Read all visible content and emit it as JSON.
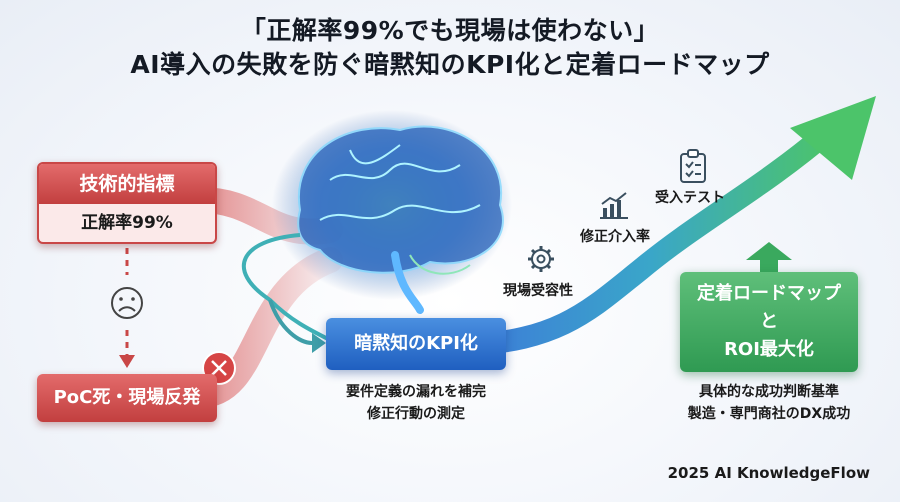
{
  "title": {
    "line1": "「正解率99%でも現場は使わない」",
    "line2": "AI導入の失敗を防ぐ暗黙知のKPI化と定着ロードマップ"
  },
  "technical_indicator": {
    "header": "技術的指標",
    "value": "正解率99%"
  },
  "failure": {
    "label": "PoC死・現場反発"
  },
  "kpi": {
    "label": "暗黙知のKPI化",
    "desc_line1": "要件定義の漏れを補完",
    "desc_line2": "修正行動の測定"
  },
  "milestones": [
    {
      "label": "現場受容性",
      "icon": "gear-icon"
    },
    {
      "label": "修正介入率",
      "icon": "bar-chart-icon"
    },
    {
      "label": "受入テスト",
      "icon": "clipboard-check-icon"
    }
  ],
  "roadmap": {
    "line1": "定着ロードマップ",
    "line2": "と",
    "line3": "ROI最大化",
    "desc_line1": "具体的な成功判断基準",
    "desc_line2": "製造・専門商社のDX成功"
  },
  "copyright": "2025 AI KnowledgeFlow",
  "colors": {
    "red": "#c94747",
    "blue": "#1f5fc0",
    "green": "#2f9a52",
    "title": "#141a24"
  }
}
